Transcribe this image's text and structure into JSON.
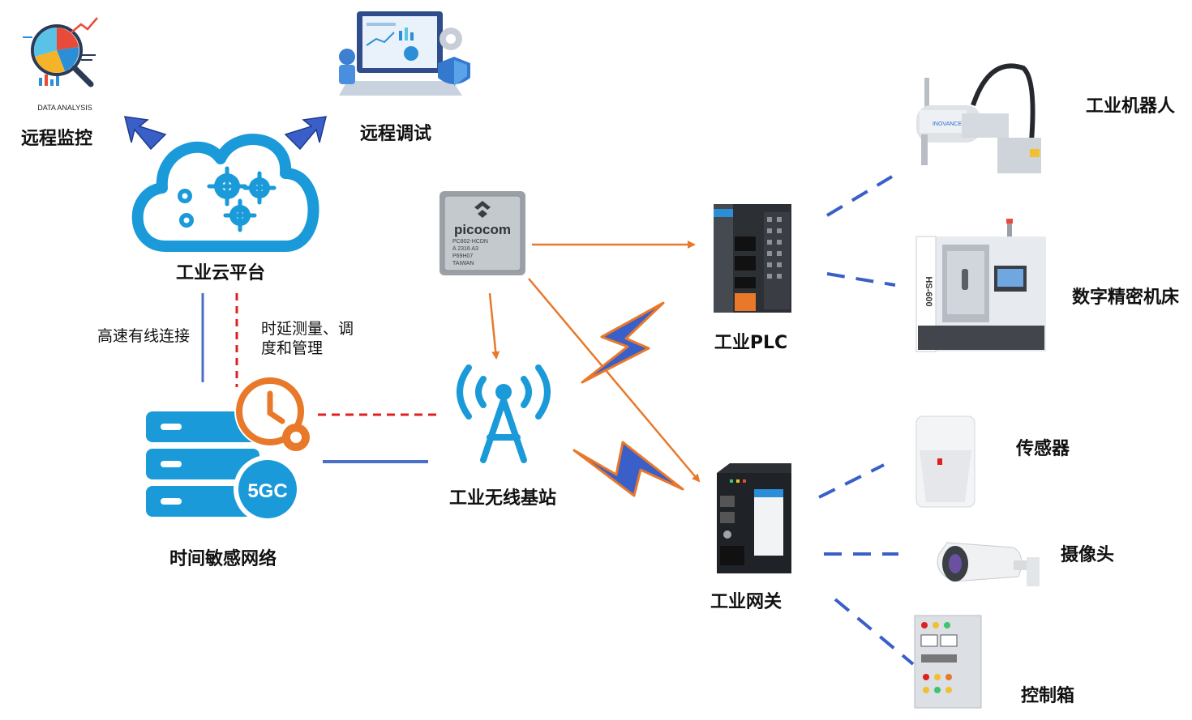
{
  "labels": {
    "remote_monitor": "远程监控",
    "remote_debug": "远程调试",
    "cloud": "工业云平台",
    "wired": "高速有线连接",
    "delay_line1": "时延测量、调",
    "delay_line2": "度和管理",
    "tsn": "时间敏感网络",
    "base_station": "工业无线基站",
    "plc": "工业PLC",
    "gateway": "工业网关",
    "robot": "工业机器人",
    "cnc": "数字精密机床",
    "sensor": "传感器",
    "camera": "摄像头",
    "control_box": "控制箱"
  },
  "images": {
    "data_analysis": "DATA ANALYSIS",
    "chip_brand": "picocom",
    "chip_model": "PC802-HCDN",
    "chip_code": "A 2316 A3",
    "chip_batch": "P69H07",
    "chip_origin": "TAIWAN",
    "five_gc": "5GC",
    "robot_brand": "INOVANCE",
    "cnc_model": "HS-600"
  },
  "colors": {
    "blue": "#1a9ad9",
    "orange": "#e8782a",
    "line_blue": "#4a6fc6",
    "dashed_red": "#e02020",
    "bolt_blue": "#3a5fc8"
  }
}
